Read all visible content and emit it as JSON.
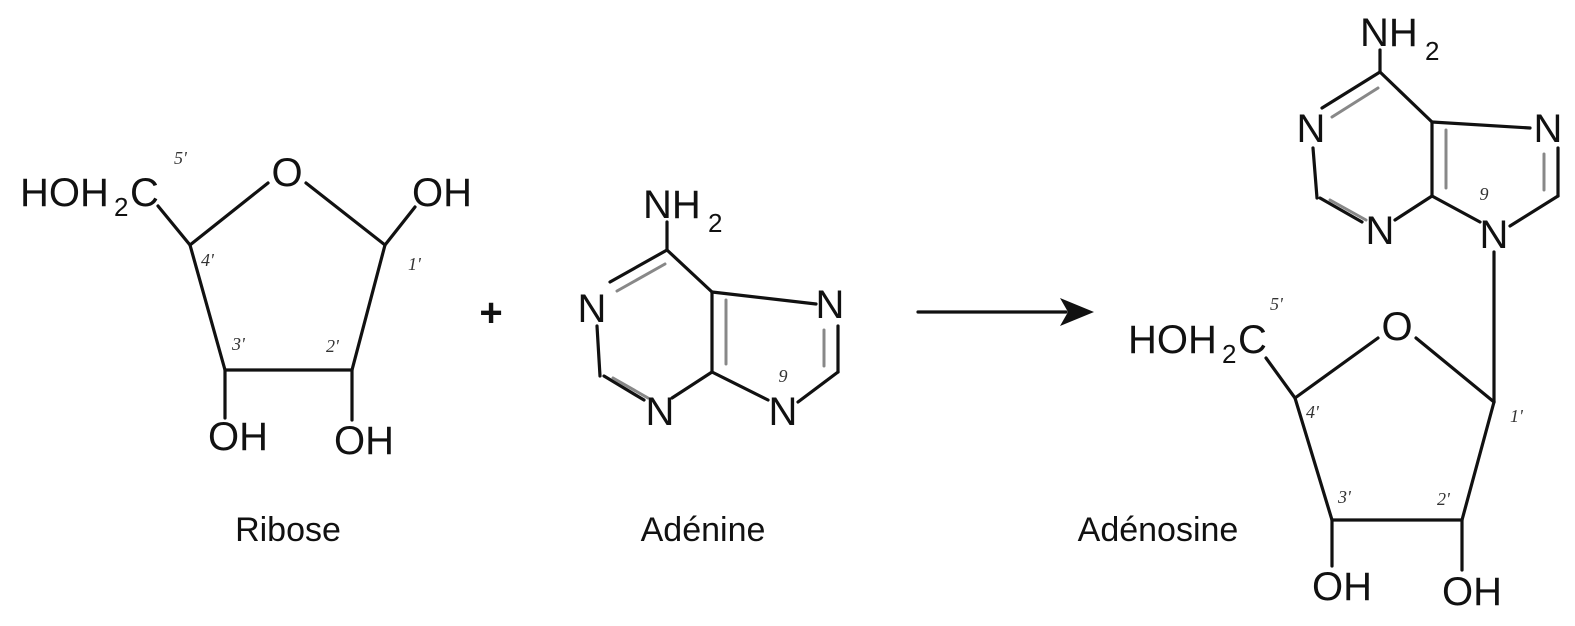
{
  "atoms": {
    "O": "O",
    "OH": "OH",
    "N": "N",
    "HOH": "HOH",
    "C": "C",
    "NH": "NH",
    "sub2": "2"
  },
  "positions": {
    "p1": "1'",
    "p2": "2'",
    "p3": "3'",
    "p4": "4'",
    "p5": "5'",
    "p9": "9"
  },
  "operators": {
    "plus": "+"
  },
  "names": {
    "ribose": "Ribose",
    "adenine": "Adénine",
    "adenosine": "Adénosine"
  }
}
